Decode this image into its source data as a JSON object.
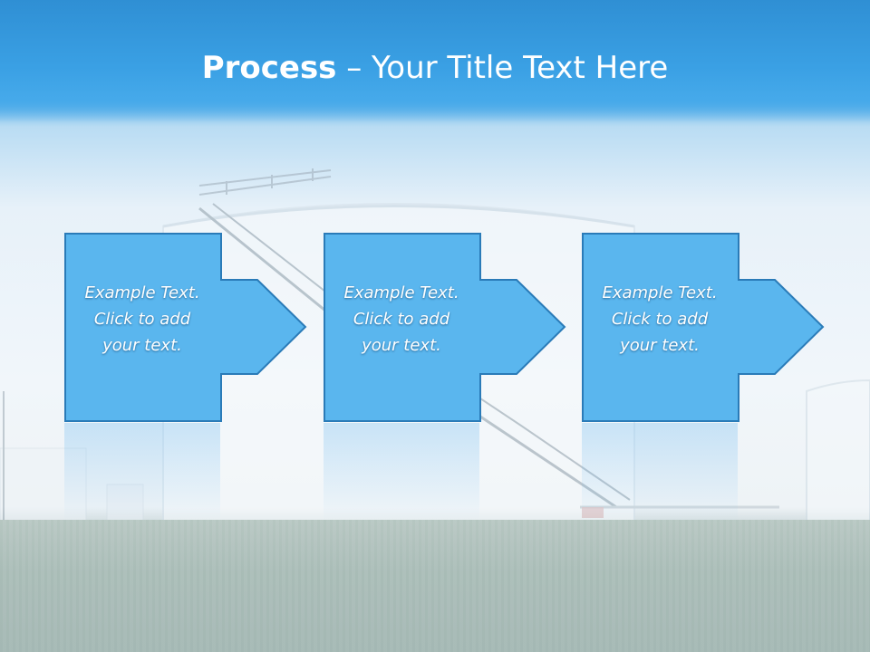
{
  "slide": {
    "title_bold": "Process",
    "title_rest": " – Your Title Text Here"
  },
  "steps": [
    {
      "text": "Example Text.\nClick  to add\nyour text."
    },
    {
      "text": "Example Text.\nClick  to add\nyour text."
    },
    {
      "text": "Example Text.\nClick  to add\nyour text."
    }
  ],
  "colors": {
    "box_fill": "#5ab6ee",
    "box_stroke": "#2a7bb8",
    "header": "#3aa0e4"
  }
}
